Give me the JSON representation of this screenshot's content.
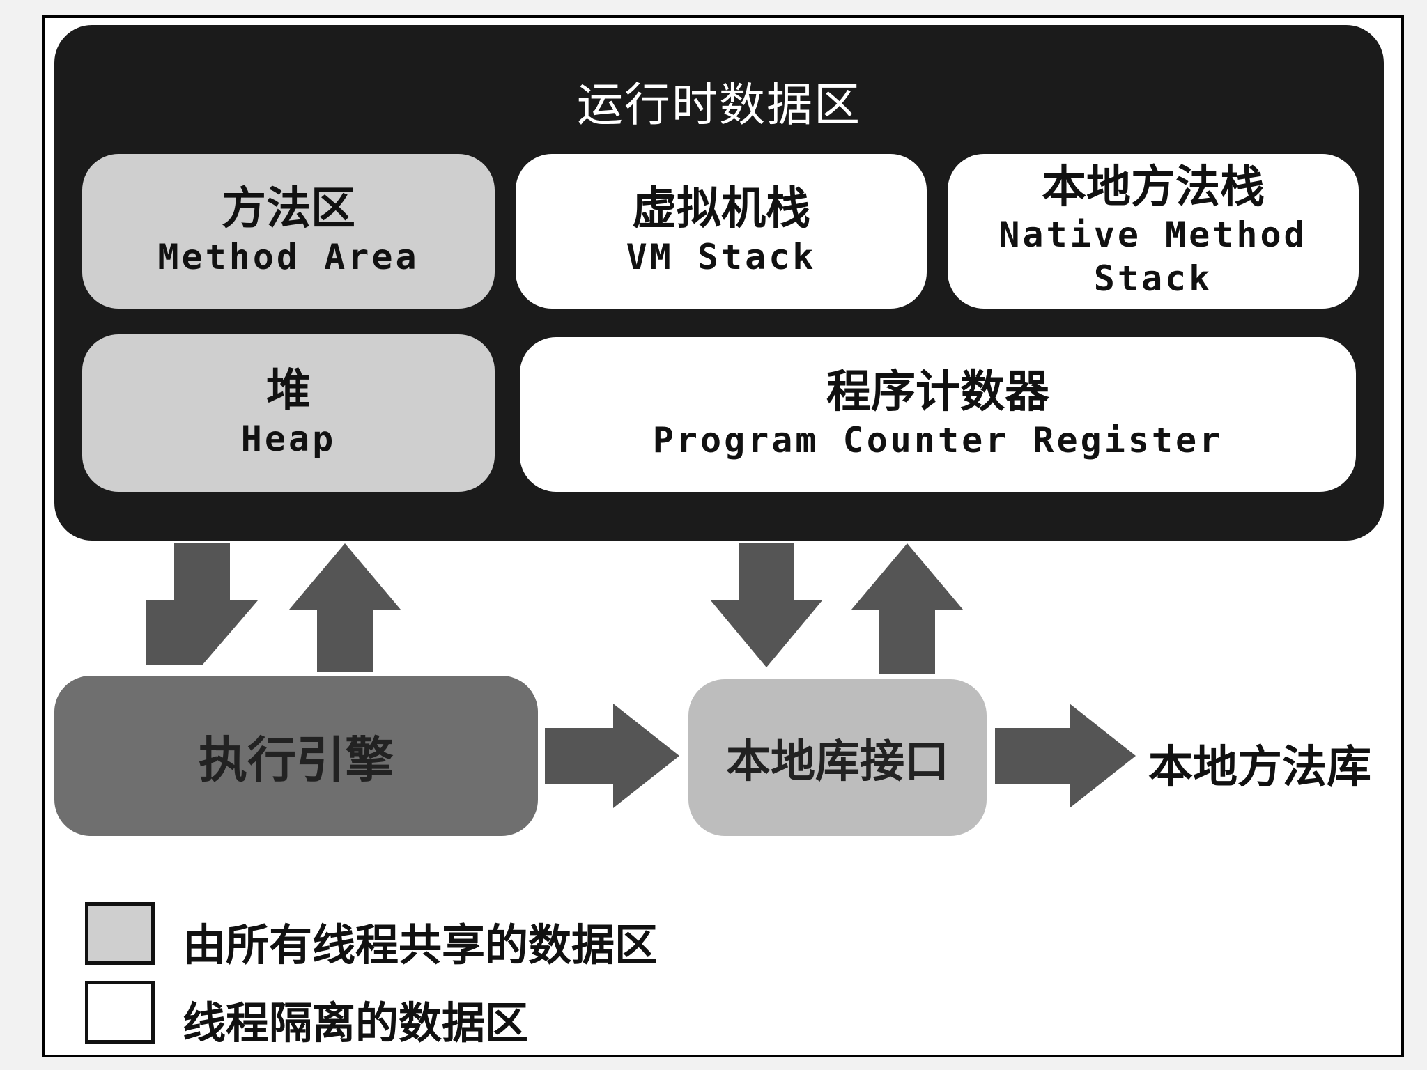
{
  "runtime_area": {
    "title": "运行时数据区"
  },
  "method_area": {
    "cn": "方法区",
    "en": "Method Area"
  },
  "vm_stack": {
    "cn": "虚拟机栈",
    "en": "VM Stack"
  },
  "native_method_stack": {
    "cn": "本地方法栈",
    "en": "Native Method\nStack"
  },
  "heap": {
    "cn": "堆",
    "en": "Heap"
  },
  "program_counter": {
    "cn": "程序计数器",
    "en": "Program Counter Register"
  },
  "execution_engine": {
    "label": "执行引擎"
  },
  "native_interface": {
    "label": "本地库接口"
  },
  "native_library": {
    "label": "本地方法库"
  },
  "legend": {
    "shared": {
      "label": "由所有线程共享的数据区",
      "color": "#cfcfcf"
    },
    "isolated": {
      "label": "线程隔离的数据区",
      "color": "#ffffff"
    }
  },
  "colors": {
    "runtime_background": "#1b1b1b",
    "arrow": "#555555",
    "engine": "#6f6f6f",
    "native_interface": "#bdbdbd"
  }
}
